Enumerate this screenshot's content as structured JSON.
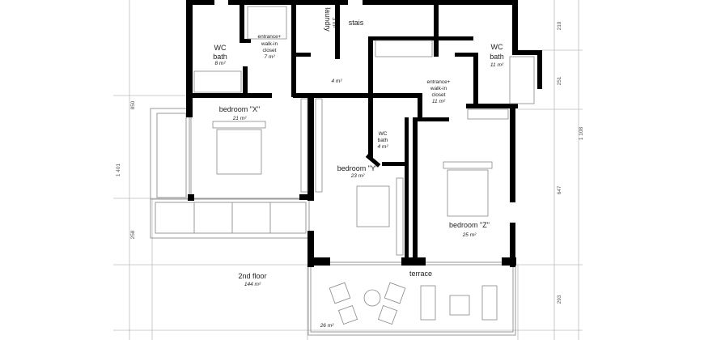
{
  "rooms": {
    "wc_bath_1": {
      "label1": "WC",
      "label2": "bath",
      "area": "8 m²"
    },
    "closet_1": {
      "label1": "entrance+",
      "label2": "walk-in",
      "label3": "closet",
      "area": "7 m²"
    },
    "laundry": {
      "label": "laundry",
      "area": "3 m²"
    },
    "stairs": {
      "label": "stais"
    },
    "hall": {
      "area": "4 m²"
    },
    "wc_bath_2": {
      "label1": "WC",
      "label2": "bath",
      "area": "11 m²"
    },
    "closet_2": {
      "label1": "entrance+",
      "label2": "walk-in",
      "label3": "closet",
      "area": "11 m²"
    },
    "bedroom_x": {
      "label": "bedroom \"X\"",
      "area": "21 m²"
    },
    "wc_bath_3": {
      "label1": "WC",
      "label2": "bath",
      "area": "4 m²"
    },
    "bedroom_y": {
      "label": "bedroom \"Y\"",
      "area": "23 m²"
    },
    "bedroom_z": {
      "label": "bedroom \"Z\"",
      "area": "25 m²"
    },
    "terrace": {
      "label": "terrace",
      "area": "26 m²"
    }
  },
  "floor": {
    "label": "2nd floor",
    "area": "144 m²"
  },
  "dimensions": {
    "left_850": "850",
    "left_1401": "1 401",
    "left_258": "258",
    "right_210": "210",
    "right_251": "251",
    "right_1108": "1 108",
    "right_647": "647",
    "right_293": "293"
  }
}
